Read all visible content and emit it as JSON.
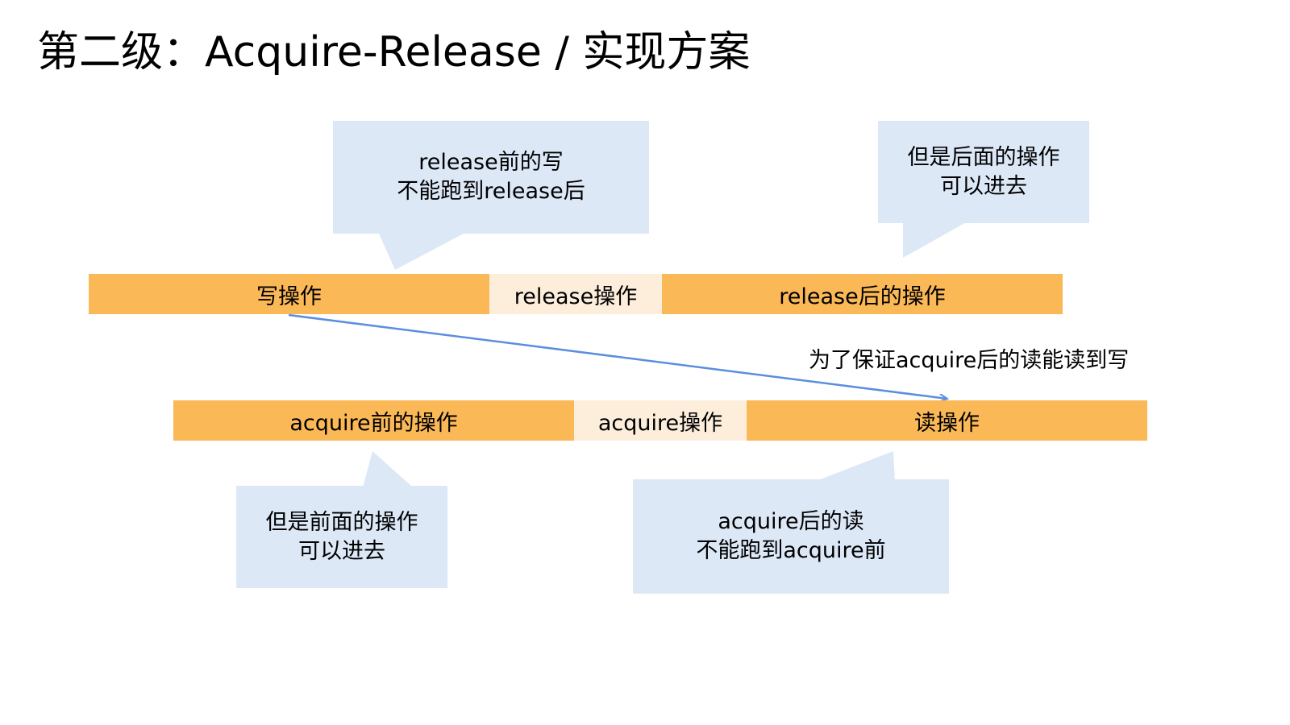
{
  "slide": {
    "title": "第二级：Acquire-Release / 实现方案"
  },
  "release_row": {
    "write_op": "写操作",
    "release_op": "release操作",
    "after_release": "release后的操作"
  },
  "acquire_row": {
    "before_acquire": "acquire前的操作",
    "acquire_op": "acquire操作",
    "read_op": "读操作"
  },
  "callouts": {
    "release_write": [
      "release前的写",
      "不能跑到release后"
    ],
    "release_later": [
      "但是后面的操作",
      "可以进去"
    ],
    "acquire_earlier": [
      "但是前面的操作",
      "可以进去"
    ],
    "acquire_read": [
      "acquire后的读",
      "不能跑到acquire前"
    ]
  },
  "arrow_note": "为了保证acquire后的读能读到写",
  "colors": {
    "bar_strong": "#fbb857",
    "bar_light": "#fdeedc",
    "callout_bg": "#dde8f7",
    "arrow": "#5b8ede"
  }
}
